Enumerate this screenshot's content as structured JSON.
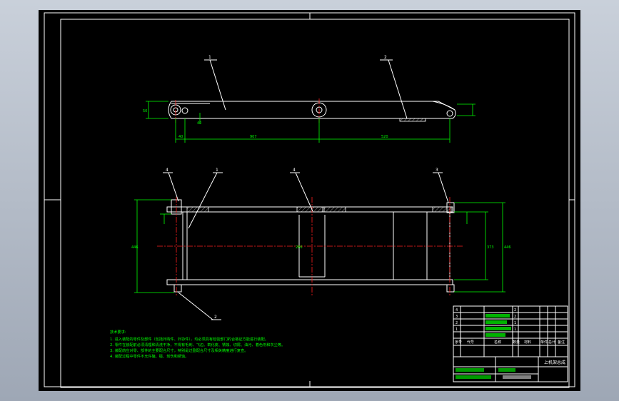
{
  "drawing": {
    "title_cell": "上机架总成"
  },
  "balloons": {
    "top": [
      "1",
      "2"
    ],
    "front": [
      "4",
      "1",
      "4",
      "3"
    ],
    "bottom": "2"
  },
  "dims": {
    "top_span_1": "907",
    "top_span_2": "520",
    "top_small_1": "40",
    "top_small_2": "40",
    "top_height": "50",
    "front_left_height": "446",
    "front_center": "286",
    "front_right_1": "373",
    "front_right_2": "446"
  },
  "notes": {
    "heading": "技术要求:",
    "lines": [
      "1. 进入装配的零件及部件（包括外购件、外协件），均必须具有检验部门的合格证方能进行装配。",
      "2. 零件在装配前必须清理和清洗干净，不得有毛刺、飞边、氧化皮、锈蚀、切屑、油污、着色剂和灰尘等。",
      "3. 装配前应对零、部件的主要配合尺寸，特别是过盈配合尺寸及相关精度进行复查。",
      "4. 装配过程中零件不允许磕、碰、划伤和锈蚀。"
    ]
  },
  "title_block": {
    "bom_rows": [
      {
        "no": "4",
        "name": "",
        "qty": "2",
        "mat": ""
      },
      {
        "no": "3",
        "name": "",
        "qty": "2",
        "mat": ""
      },
      {
        "no": "2",
        "name": "",
        "qty": "1",
        "mat": ""
      },
      {
        "no": "1",
        "name": "",
        "qty": "1",
        "mat": ""
      }
    ],
    "header": [
      "序号",
      "代号",
      "名称",
      "数量",
      "材料",
      "单件",
      "总计",
      "备注"
    ]
  }
}
